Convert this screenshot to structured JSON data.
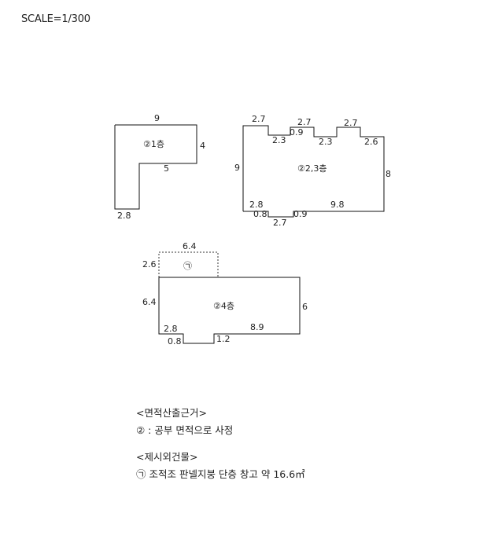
{
  "scale_label": "SCALE=1/300",
  "floor1": {
    "label": "②1층",
    "dims": {
      "top": "9",
      "right": "4",
      "inner": "5",
      "bottom": "2.8"
    }
  },
  "floor23": {
    "label": "②2,3층",
    "dims": {
      "top_left": "2.7",
      "step1": "2.3",
      "notch1": "0.9",
      "top_mid": "2.7",
      "step2": "2.3",
      "top_right": "2.7",
      "step3": "2.6",
      "left": "9",
      "right": "8",
      "bottom_left": "2.8",
      "notch_b1": "0.8",
      "notch_b2": "2.7",
      "notch_b3": "0.9",
      "bottom_right": "9.8"
    }
  },
  "floor4": {
    "label": "②4층",
    "annex_label": "㉠",
    "dims": {
      "annex_top": "6.4",
      "annex_left": "2.6",
      "left": "6.4",
      "right": "6",
      "bottom_left": "2.8",
      "notch": "0.8",
      "bottom_right": "8.9",
      "step": "1.2"
    }
  },
  "notes": {
    "area_heading": "<면적산출근거>",
    "area_text": "② : 공부 면적으로 사정",
    "excluded_heading": "<제시외건물>",
    "excluded_text": "㉠ 조적조 판넬지붕 단층 창고 약 16.6㎡"
  }
}
